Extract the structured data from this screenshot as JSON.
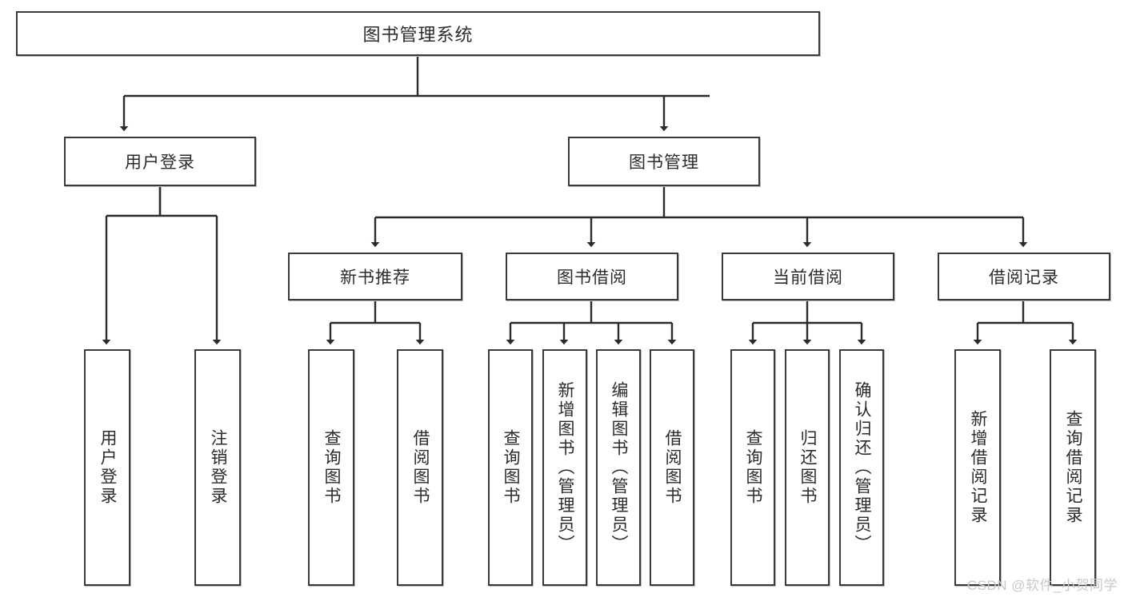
{
  "diagram": {
    "type": "tree-hierarchy",
    "title": "图书管理系统",
    "watermark": "CSDN @软件_小贺同学",
    "colors": {
      "box_border": "#3a3a3a",
      "box_fill": "#ffffff",
      "connector": "#2b2b2b",
      "text": "#2b2b2b",
      "watermark": "#c9c9c9"
    },
    "nodes": {
      "root": {
        "label": "图书管理系统",
        "orientation": "horizontal"
      },
      "level1": [
        {
          "id": "user-login",
          "label": "用户登录",
          "orientation": "horizontal"
        },
        {
          "id": "book-manage",
          "label": "图书管理",
          "orientation": "horizontal"
        }
      ],
      "level2": [
        {
          "id": "new-book-recommend",
          "label": "新书推荐",
          "orientation": "horizontal"
        },
        {
          "id": "book-borrow",
          "label": "图书借阅",
          "orientation": "horizontal"
        },
        {
          "id": "current-borrow",
          "label": "当前借阅",
          "orientation": "horizontal"
        },
        {
          "id": "borrow-record",
          "label": "借阅记录",
          "orientation": "horizontal"
        }
      ],
      "leaves": {
        "user_login": [
          {
            "id": "leaf-user-login",
            "label": "用户登录",
            "orientation": "vertical"
          },
          {
            "id": "leaf-logout",
            "label": "注销登录",
            "orientation": "vertical"
          }
        ],
        "new_book_recommend": [
          {
            "id": "leaf-query-book-1",
            "label": "查询图书",
            "orientation": "vertical"
          },
          {
            "id": "leaf-borrow-book-1",
            "label": "借阅图书",
            "orientation": "vertical"
          }
        ],
        "book_borrow": [
          {
            "id": "leaf-query-book-2",
            "label": "查询图书",
            "orientation": "vertical"
          },
          {
            "id": "leaf-add-book",
            "label": "新增图书（管理员）",
            "orientation": "vertical"
          },
          {
            "id": "leaf-edit-book",
            "label": "编辑图书（管理员）",
            "orientation": "vertical"
          },
          {
            "id": "leaf-borrow-book-2",
            "label": "借阅图书",
            "orientation": "vertical"
          }
        ],
        "current_borrow": [
          {
            "id": "leaf-query-book-3",
            "label": "查询图书",
            "orientation": "vertical"
          },
          {
            "id": "leaf-return-book",
            "label": "归还图书",
            "orientation": "vertical"
          },
          {
            "id": "leaf-confirm-return",
            "label": "确认归还（管理员）",
            "orientation": "vertical"
          }
        ],
        "borrow_record": [
          {
            "id": "leaf-add-record",
            "label": "新增借阅记录",
            "orientation": "vertical"
          },
          {
            "id": "leaf-query-record",
            "label": "查询借阅记录",
            "orientation": "vertical"
          }
        ]
      }
    }
  }
}
